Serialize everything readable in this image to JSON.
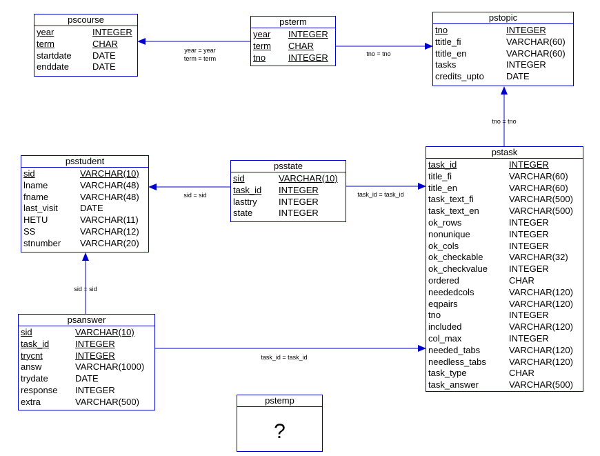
{
  "entities": [
    {
      "id": "pscourse",
      "name": "pscourse",
      "columns": [
        {
          "name": "year",
          "type": "INTEGER",
          "pk": true
        },
        {
          "name": "term",
          "type": "CHAR",
          "pk": true
        },
        {
          "name": "startdate",
          "type": "DATE",
          "pk": false
        },
        {
          "name": "enddate",
          "type": "DATE",
          "pk": false
        }
      ]
    },
    {
      "id": "psterm",
      "name": "psterm",
      "columns": [
        {
          "name": "year",
          "type": "INTEGER",
          "pk": true
        },
        {
          "name": "term",
          "type": "CHAR",
          "pk": true
        },
        {
          "name": "tno",
          "type": "INTEGER",
          "pk": true
        }
      ]
    },
    {
      "id": "pstopic",
      "name": "pstopic",
      "columns": [
        {
          "name": "tno",
          "type": "INTEGER",
          "pk": true
        },
        {
          "name": "ttitle_fi",
          "type": "VARCHAR(60)",
          "pk": false
        },
        {
          "name": "ttitle_en",
          "type": "VARCHAR(60)",
          "pk": false
        },
        {
          "name": "tasks",
          "type": "INTEGER",
          "pk": false
        },
        {
          "name": "credits_upto",
          "type": "DATE",
          "pk": false
        }
      ]
    },
    {
      "id": "psstudent",
      "name": "psstudent",
      "columns": [
        {
          "name": "sid",
          "type": "VARCHAR(10)",
          "pk": true
        },
        {
          "name": "lname",
          "type": "VARCHAR(48)",
          "pk": false
        },
        {
          "name": "fname",
          "type": "VARCHAR(48)",
          "pk": false
        },
        {
          "name": "last_visit",
          "type": "DATE",
          "pk": false
        },
        {
          "name": "HETU",
          "type": "VARCHAR(11)",
          "pk": false
        },
        {
          "name": "SS",
          "type": "VARCHAR(12)",
          "pk": false
        },
        {
          "name": "stnumber",
          "type": "VARCHAR(20)",
          "pk": false
        }
      ]
    },
    {
      "id": "psstate",
      "name": "psstate",
      "columns": [
        {
          "name": "sid",
          "type": "VARCHAR(10)",
          "pk": true
        },
        {
          "name": "task_id",
          "type": "INTEGER",
          "pk": true
        },
        {
          "name": "lasttry",
          "type": "INTEGER",
          "pk": false
        },
        {
          "name": "state",
          "type": "INTEGER",
          "pk": false
        }
      ]
    },
    {
      "id": "pstask",
      "name": "pstask",
      "columns": [
        {
          "name": "task_id",
          "type": "INTEGER",
          "pk": true
        },
        {
          "name": "title_fi",
          "type": "VARCHAR(60)",
          "pk": false
        },
        {
          "name": "title_en",
          "type": "VARCHAR(60)",
          "pk": false
        },
        {
          "name": "task_text_fi",
          "type": "VARCHAR(500)",
          "pk": false
        },
        {
          "name": "task_text_en",
          "type": "VARCHAR(500)",
          "pk": false
        },
        {
          "name": "ok_rows",
          "type": "INTEGER",
          "pk": false
        },
        {
          "name": "nonunique",
          "type": "INTEGER",
          "pk": false
        },
        {
          "name": "ok_cols",
          "type": "INTEGER",
          "pk": false
        },
        {
          "name": "ok_checkable",
          "type": "VARCHAR(32)",
          "pk": false
        },
        {
          "name": "ok_checkvalue",
          "type": "INTEGER",
          "pk": false
        },
        {
          "name": "ordered",
          "type": "CHAR",
          "pk": false
        },
        {
          "name": "neededcols",
          "type": "VARCHAR(120)",
          "pk": false
        },
        {
          "name": "eqpairs",
          "type": "VARCHAR(120)",
          "pk": false
        },
        {
          "name": "tno",
          "type": "INTEGER",
          "pk": false
        },
        {
          "name": "included",
          "type": "VARCHAR(120)",
          "pk": false
        },
        {
          "name": "col_max",
          "type": "INTEGER",
          "pk": false
        },
        {
          "name": "needed_tabs",
          "type": "VARCHAR(120)",
          "pk": false
        },
        {
          "name": "needless_tabs",
          "type": "VARCHAR(120)",
          "pk": false
        },
        {
          "name": "task_type",
          "type": "CHAR",
          "pk": false
        },
        {
          "name": "task_answer",
          "type": "VARCHAR(500)",
          "pk": false
        }
      ]
    },
    {
      "id": "psanswer",
      "name": "psanswer",
      "columns": [
        {
          "name": "sid",
          "type": "VARCHAR(10)",
          "pk": true
        },
        {
          "name": "task_id",
          "type": "INTEGER",
          "pk": true
        },
        {
          "name": "trycnt",
          "type": "INTEGER",
          "pk": true
        },
        {
          "name": "answ",
          "type": "VARCHAR(1000)",
          "pk": false
        },
        {
          "name": "trydate",
          "type": "DATE",
          "pk": false
        },
        {
          "name": "response",
          "type": "INTEGER",
          "pk": false
        },
        {
          "name": "extra",
          "type": "VARCHAR(500)",
          "pk": false
        }
      ]
    },
    {
      "id": "pstemp",
      "name": "pstemp",
      "columns": [],
      "placeholder": "?"
    }
  ],
  "relationships": [
    {
      "id": "psterm-pscourse",
      "from": "psterm",
      "to": "pscourse",
      "label": [
        "year = year",
        "term = term"
      ]
    },
    {
      "id": "psterm-pstopic",
      "from": "psterm",
      "to": "pstopic",
      "label": [
        "tno = tno"
      ]
    },
    {
      "id": "pstask-pstopic",
      "from": "pstask",
      "to": "pstopic",
      "label": [
        "tno = tno"
      ]
    },
    {
      "id": "psstate-psstudent",
      "from": "psstate",
      "to": "psstudent",
      "label": [
        "sid = sid"
      ]
    },
    {
      "id": "psstate-pstask",
      "from": "psstate",
      "to": "pstask",
      "label": [
        "task_id = task_id"
      ]
    },
    {
      "id": "psanswer-psstudent",
      "from": "psanswer",
      "to": "psstudent",
      "label": [
        "sid = sid"
      ]
    },
    {
      "id": "psanswer-pstask",
      "from": "psanswer",
      "to": "pstask",
      "label": [
        "task_id = task_id"
      ]
    }
  ],
  "colors": {
    "line": "#0000cc",
    "text": "#000000",
    "background": "#ffffff"
  }
}
